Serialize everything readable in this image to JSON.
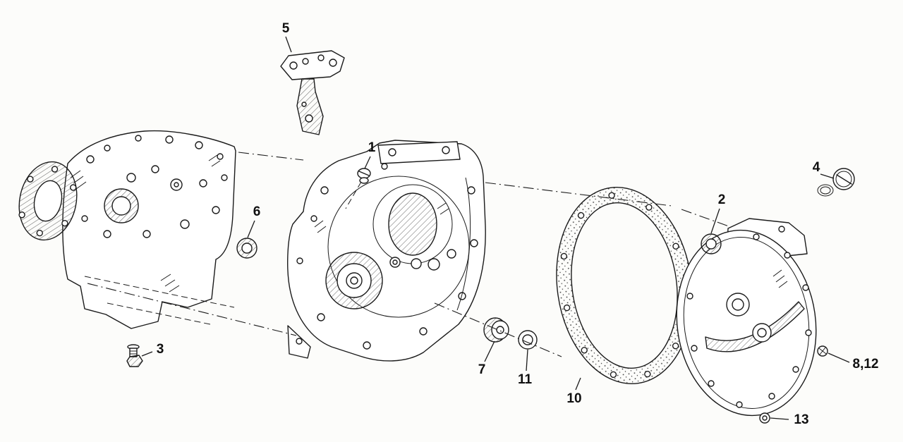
{
  "diagram": {
    "kind": "exploded-parts-line-drawing",
    "background_color": "#fcfcfa",
    "ink_color": "#1b1b1b",
    "callouts": [
      {
        "id": "callout-1",
        "label": "1"
      },
      {
        "id": "callout-2",
        "label": "2"
      },
      {
        "id": "callout-3",
        "label": "3"
      },
      {
        "id": "callout-4",
        "label": "4"
      },
      {
        "id": "callout-5",
        "label": "5"
      },
      {
        "id": "callout-6",
        "label": "6"
      },
      {
        "id": "callout-7",
        "label": "7"
      },
      {
        "id": "callout-8-12",
        "label": "8,12"
      },
      {
        "id": "callout-10",
        "label": "10"
      },
      {
        "id": "callout-11",
        "label": "11"
      },
      {
        "id": "callout-13",
        "label": "13"
      }
    ]
  }
}
